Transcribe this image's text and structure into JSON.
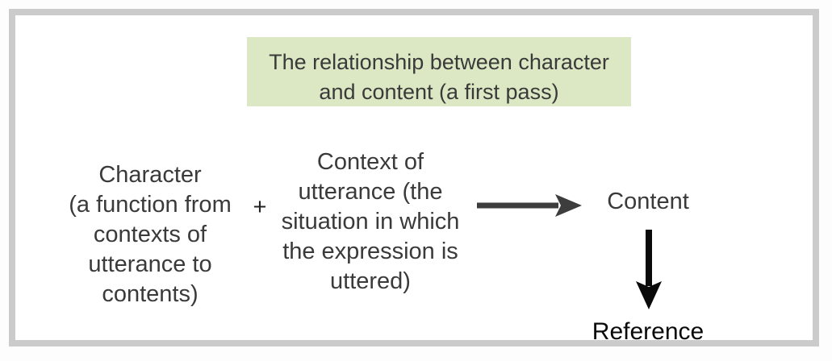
{
  "title": {
    "lines": [
      "The relationship between character",
      "and content (a first pass)"
    ]
  },
  "nodes": {
    "character": {
      "lines": [
        "Character",
        "(a function from",
        "contexts of",
        "utterance to",
        "contents)"
      ]
    },
    "operator": "+",
    "context": {
      "lines": [
        "Context of",
        "utterance (the",
        "situation in which",
        "the expression is",
        "uttered)"
      ]
    },
    "content": "Content",
    "reference": "Reference"
  },
  "icons": {
    "right_arrow": "right-arrow",
    "down_arrow": "down-arrow"
  },
  "colors": {
    "title_background": "#dce8c4",
    "frame_border": "#cbcbcb",
    "text": "#3a3a3a",
    "right_arrow": "#3d3d3d",
    "down_arrow": "#0a0a0a",
    "reference_text": "#0a0a0a"
  }
}
